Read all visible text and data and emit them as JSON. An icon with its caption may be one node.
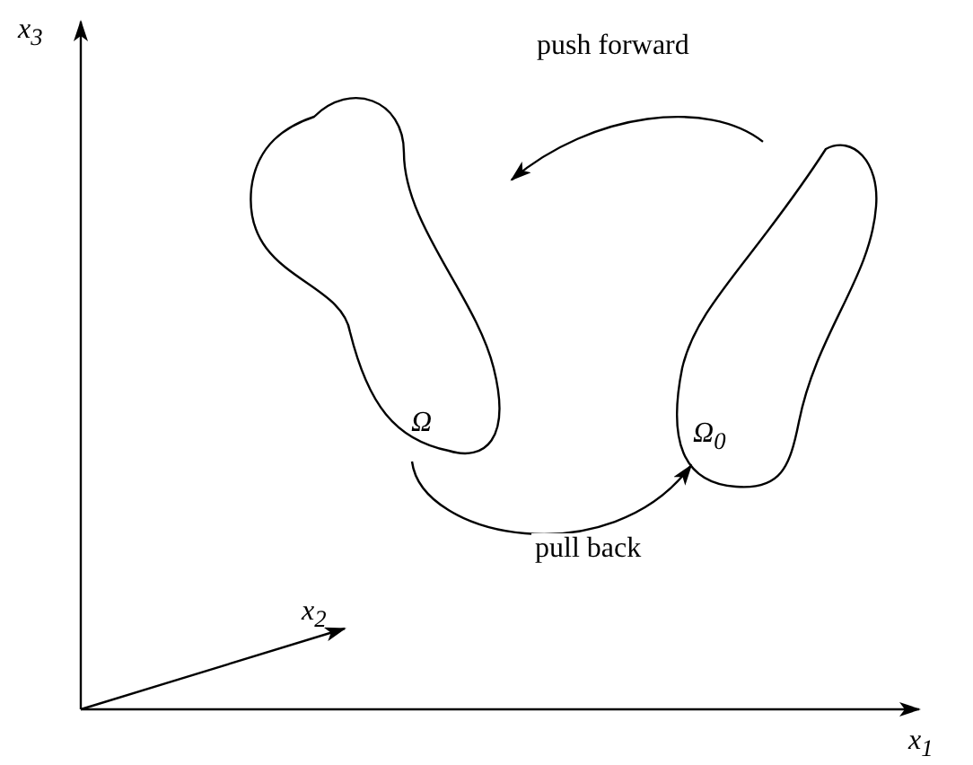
{
  "diagram": {
    "nodes": [
      {
        "text": [
          "Ω"
        ]
      },
      {
        "text": [
          "Ω$_{0}$"
        ]
      }
    ],
    "edges": [
      {
        "from": 1,
        "to": 0,
        "arrow": "to",
        "label": "push forward"
      },
      {
        "from": 0,
        "to": 1,
        "arrow": "to",
        "label": "pull back"
      }
    ],
    "labels": [
      "x$_{3}$",
      "x$_{2}$",
      "x$_{1}$"
    ]
  }
}
